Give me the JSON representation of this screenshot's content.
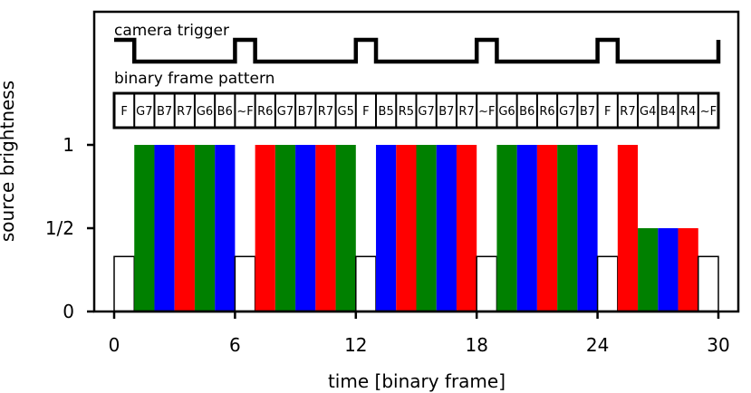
{
  "chart_data": {
    "type": "bar",
    "xlabel": "time [binary frame]",
    "ylabel": "source brightness",
    "xlim": [
      0,
      30
    ],
    "ylim": [
      0,
      1
    ],
    "x_ticks": [
      0,
      6,
      12,
      18,
      24,
      30
    ],
    "x_tick_labels": [
      "0",
      "6",
      "12",
      "18",
      "24",
      "30"
    ],
    "y_ticks": [
      0,
      0.5,
      1
    ],
    "y_tick_labels": [
      "0",
      "1/2",
      "1"
    ],
    "annotations": [
      "camera trigger",
      "binary frame pattern"
    ],
    "colors": {
      "R": "#ff0000",
      "G": "#008000",
      "B": "#0000ff",
      "F": "#ffffff",
      "~F": "#ffffff",
      "axis": "#000000"
    },
    "bars": [
      {
        "start": 0,
        "width": 1,
        "label": "F",
        "channel": "F",
        "value": 0.33
      },
      {
        "start": 1,
        "width": 1,
        "label": "G7",
        "channel": "G",
        "value": 1
      },
      {
        "start": 2,
        "width": 1,
        "label": "B7",
        "channel": "B",
        "value": 1
      },
      {
        "start": 3,
        "width": 1,
        "label": "R7",
        "channel": "R",
        "value": 1
      },
      {
        "start": 4,
        "width": 1,
        "label": "G6",
        "channel": "G",
        "value": 1
      },
      {
        "start": 5,
        "width": 1,
        "label": "B6",
        "channel": "B",
        "value": 1
      },
      {
        "start": 6,
        "width": 1,
        "label": "~F",
        "channel": "~F",
        "value": 0.33
      },
      {
        "start": 7,
        "width": 1,
        "label": "R6",
        "channel": "R",
        "value": 1
      },
      {
        "start": 8,
        "width": 1,
        "label": "G7",
        "channel": "G",
        "value": 1
      },
      {
        "start": 9,
        "width": 1,
        "label": "B7",
        "channel": "B",
        "value": 1
      },
      {
        "start": 10,
        "width": 1,
        "label": "R7",
        "channel": "R",
        "value": 1
      },
      {
        "start": 11,
        "width": 1,
        "label": "G5",
        "channel": "G",
        "value": 1
      },
      {
        "start": 12,
        "width": 1,
        "label": "F",
        "channel": "F",
        "value": 0.33
      },
      {
        "start": 13,
        "width": 1,
        "label": "B5",
        "channel": "B",
        "value": 1
      },
      {
        "start": 14,
        "width": 1,
        "label": "R5",
        "channel": "R",
        "value": 1
      },
      {
        "start": 15,
        "width": 1,
        "label": "G7",
        "channel": "G",
        "value": 1
      },
      {
        "start": 16,
        "width": 1,
        "label": "B7",
        "channel": "B",
        "value": 1
      },
      {
        "start": 17,
        "width": 1,
        "label": "R7",
        "channel": "R",
        "value": 1
      },
      {
        "start": 18,
        "width": 1,
        "label": "~F",
        "channel": "~F",
        "value": 0.33
      },
      {
        "start": 19,
        "width": 1,
        "label": "G6",
        "channel": "G",
        "value": 1
      },
      {
        "start": 20,
        "width": 1,
        "label": "B6",
        "channel": "B",
        "value": 1
      },
      {
        "start": 21,
        "width": 1,
        "label": "R6",
        "channel": "R",
        "value": 1
      },
      {
        "start": 22,
        "width": 1,
        "label": "G7",
        "channel": "G",
        "value": 1
      },
      {
        "start": 23,
        "width": 1,
        "label": "B7",
        "channel": "B",
        "value": 1
      },
      {
        "start": 24,
        "width": 1,
        "label": "F",
        "channel": "F",
        "value": 0.33
      },
      {
        "start": 25,
        "width": 1,
        "label": "R7",
        "channel": "R",
        "value": 1
      },
      {
        "start": 26,
        "width": 1,
        "label": "G4",
        "channel": "G",
        "value": 0.5
      },
      {
        "start": 27,
        "width": 1,
        "label": "B4",
        "channel": "B",
        "value": 0.5
      },
      {
        "start": 28,
        "width": 1,
        "label": "R4",
        "channel": "R",
        "value": 0.5
      },
      {
        "start": 29,
        "width": 1,
        "label": "~F",
        "channel": "~F",
        "value": 0.33
      }
    ],
    "trigger_high_frames": [
      6,
      12,
      18,
      24,
      30
    ]
  }
}
